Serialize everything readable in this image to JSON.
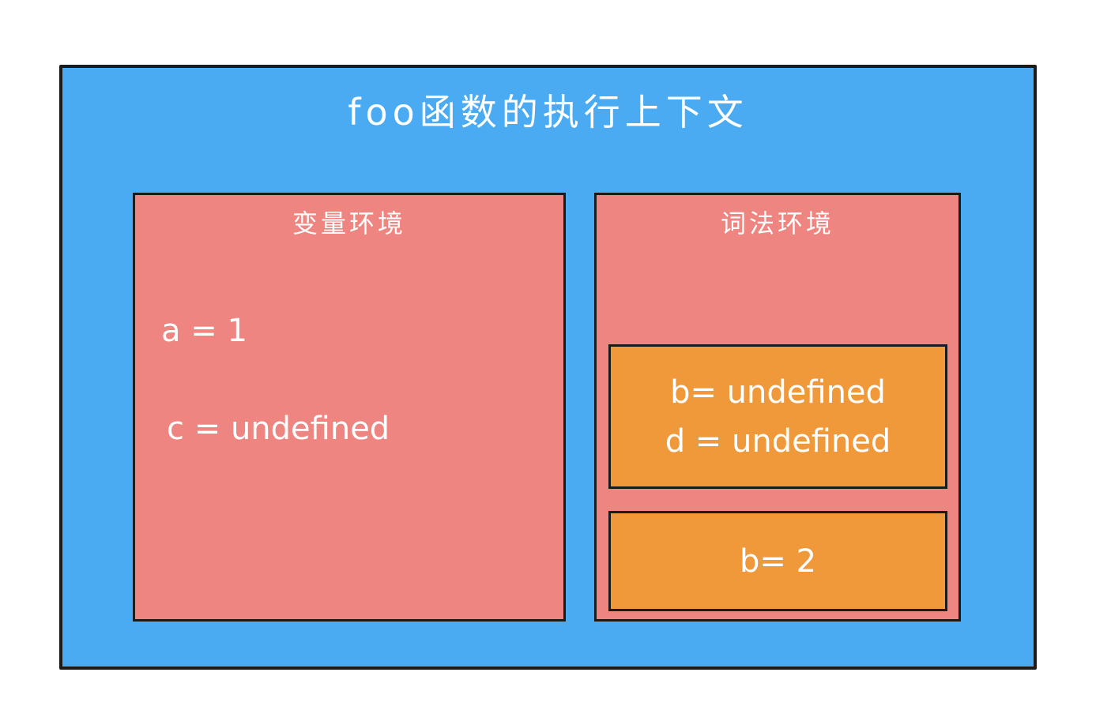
{
  "context": {
    "title": "foo函数的执行上下文"
  },
  "variable_environment": {
    "title": "变量环境",
    "entries": [
      "a = 1",
      "c = undefined"
    ]
  },
  "lexical_environment": {
    "title": "词法环境",
    "blocks": [
      {
        "entries": [
          "b= undefined",
          "d = undefined"
        ]
      },
      {
        "entries": [
          "b= 2"
        ]
      }
    ]
  },
  "colors": {
    "context_bg": "#4aabf3",
    "environment_bg": "#ee8580",
    "block_bg": "#f0993a",
    "border": "#1b1b1b",
    "text": "#ffffff"
  }
}
